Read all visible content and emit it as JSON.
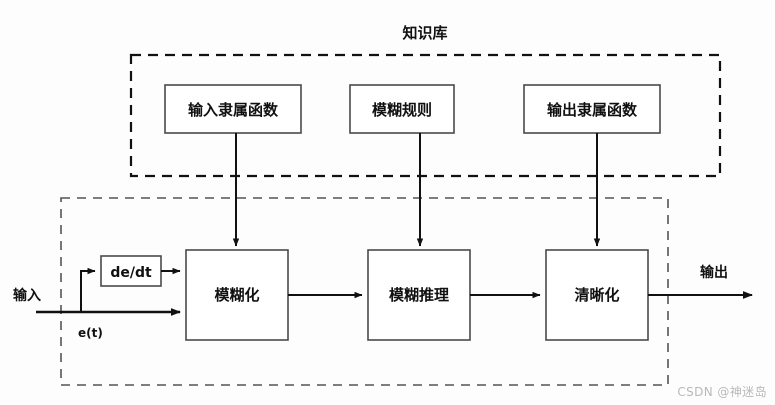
{
  "diagram": {
    "title": "知识库",
    "knowledge_base": {
      "label": "知识库",
      "boxes": [
        {
          "label": "输入隶属函数",
          "name": "input-membership-function"
        },
        {
          "label": "模糊规则",
          "name": "fuzzy-rules"
        },
        {
          "label": "输出隶属函数",
          "name": "output-membership-function"
        }
      ]
    },
    "controller": {
      "boxes": [
        {
          "label": "模糊化",
          "name": "fuzzification"
        },
        {
          "label": "模糊推理",
          "name": "fuzzy-inference"
        },
        {
          "label": "清晰化",
          "name": "defuzzification"
        }
      ],
      "derivative_box": {
        "label": "de/dt",
        "name": "derivative"
      },
      "input_label": "输入",
      "output_label": "输出",
      "error_signal_label": "e(t)"
    },
    "watermark": "CSDN @神迷岛",
    "colors": {
      "line": "#111111",
      "box_stroke": "#4a4a4a",
      "background": "#fdfdfd",
      "watermark": "#b9b9b9"
    }
  }
}
